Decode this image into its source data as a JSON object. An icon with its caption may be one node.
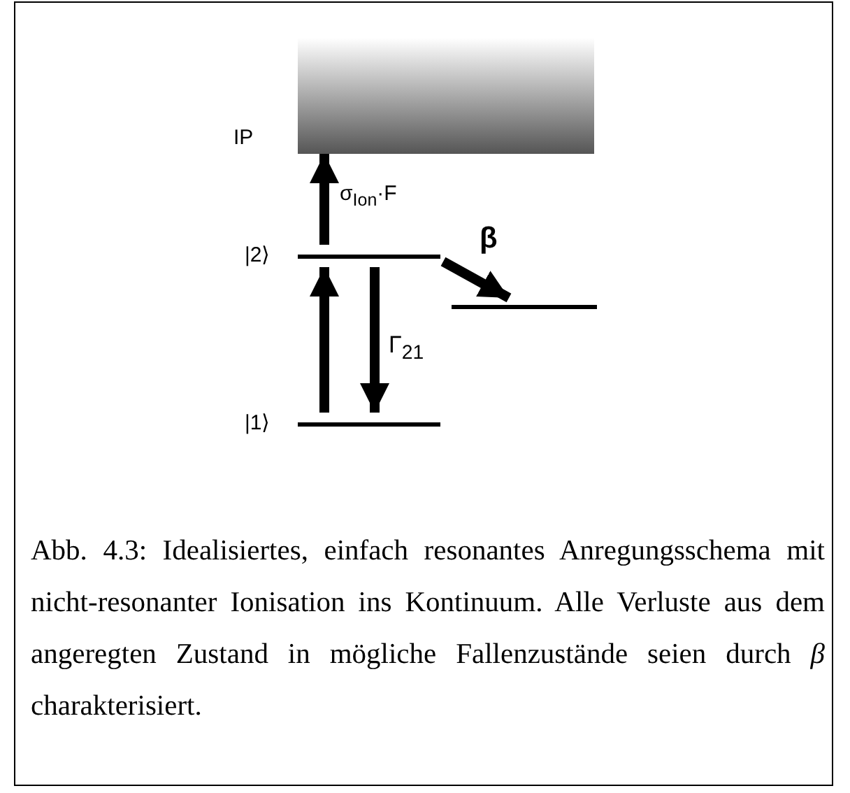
{
  "diagram": {
    "caption": "Abb. 4.3: Idealisiertes, einfach resonantes Anregungsschema mit nicht-resonanter Ionisation ins Kontinuum.  Alle Verluste aus dem angeregten Zustand in mögliche Fallenzustände seien durch *β* charakterisiert.",
    "nodes": [
      {
        "text": [],
        "shape": "box",
        "beside": [
          "IP"
        ]
      },
      {
        "text": [
          "|2⟩"
        ]
      },
      {
        "text": [],
        "shape": "bar"
      },
      {
        "text": [
          "|1⟩"
        ]
      }
    ],
    "edges": [
      {
        "from": 3,
        "to": 1,
        "arrow": "to"
      },
      {
        "from": 1,
        "to": 0,
        "arrow": "to",
        "label": "σ$_{Ion}$·F"
      },
      {
        "from": 1,
        "to": 3,
        "arrow": "to",
        "label": "Γ$_{21}$"
      },
      {
        "from": 1,
        "to": 2,
        "arrow": "to",
        "label": "β"
      }
    ]
  }
}
